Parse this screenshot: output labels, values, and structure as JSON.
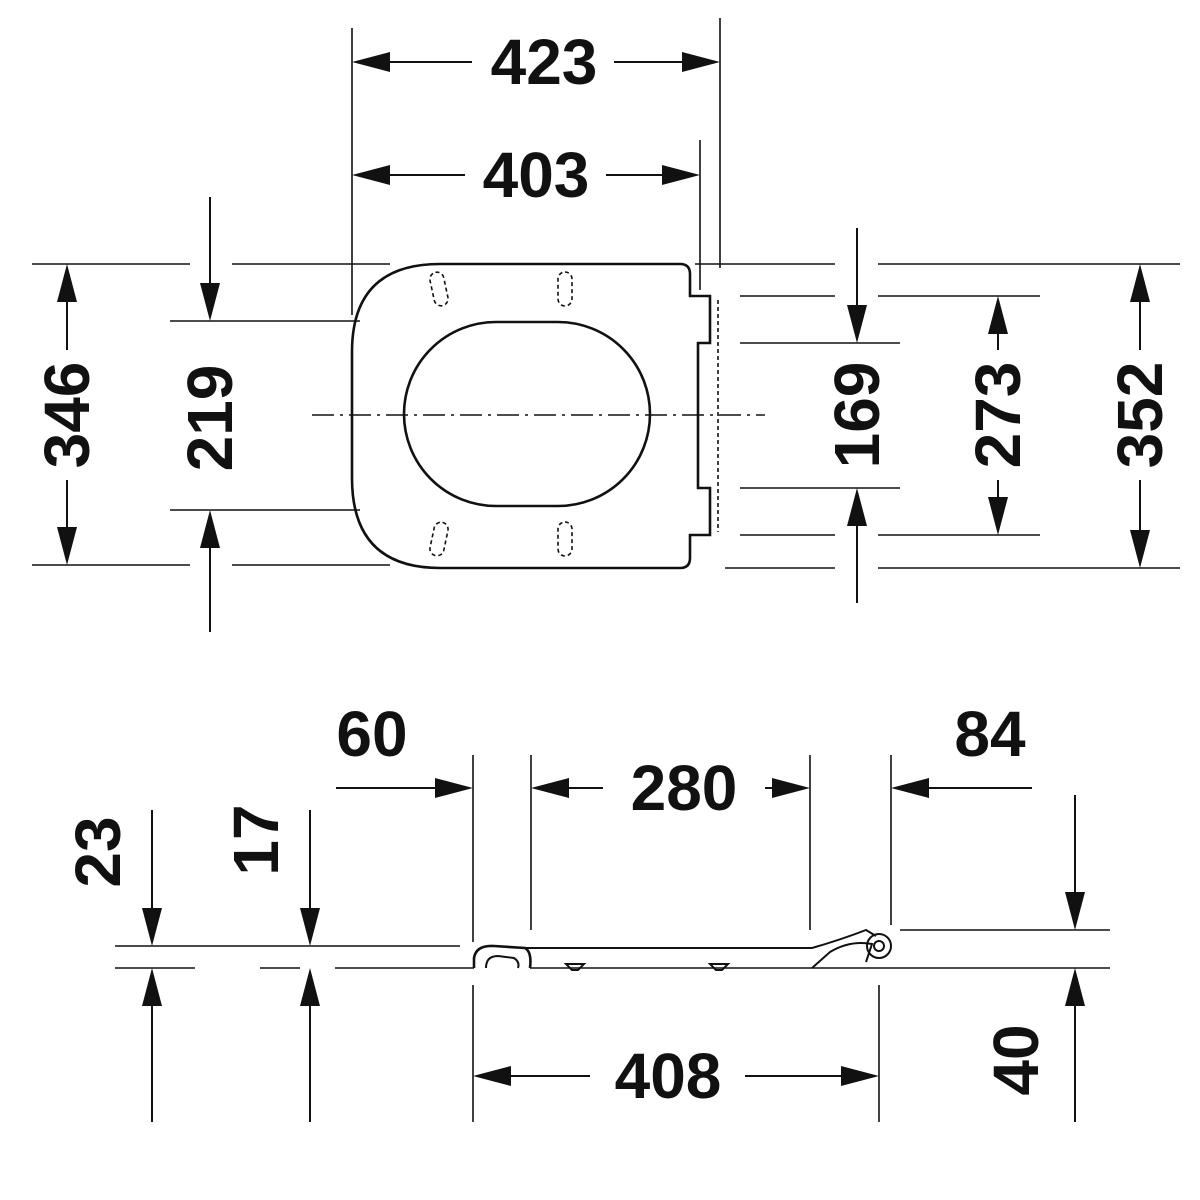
{
  "top_view": {
    "width_overall": "423",
    "width_seat": "403",
    "depth_outer": "346",
    "opening_depth": "219",
    "hinge_spacing": "169",
    "hinge_outer": "273",
    "depth_overall": "352"
  },
  "side_view": {
    "front_offset": "60",
    "hinge_distance": "280",
    "rear_offset": "84",
    "seat_thickness": "23",
    "lid_thickness": "17",
    "seat_length": "408",
    "hinge_height": "40"
  }
}
